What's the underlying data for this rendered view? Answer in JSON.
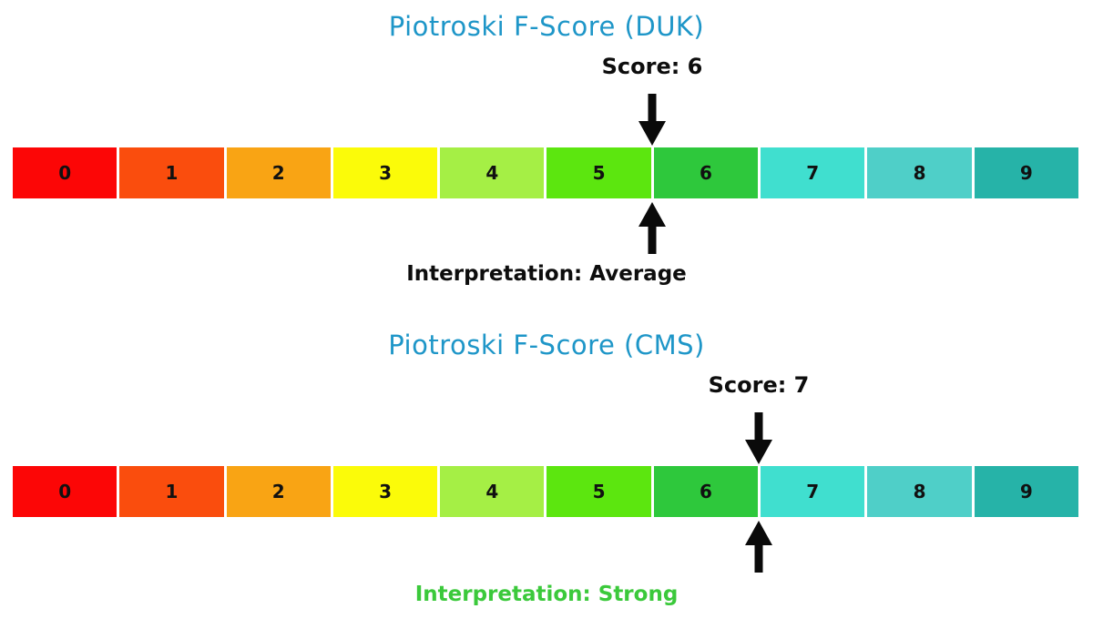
{
  "page": {
    "background": "#ffffff"
  },
  "colors": {
    "title_blue": "#1E96C8",
    "text_black": "#0D0D0D",
    "strong_green": "#3BC93B",
    "arrow_black": "#0A0A0A"
  },
  "scale": {
    "min": 0,
    "max": 9,
    "segments": [
      {
        "label": "0",
        "color": "#FC0606"
      },
      {
        "label": "1",
        "color": "#FA4D0D"
      },
      {
        "label": "2",
        "color": "#F9A414"
      },
      {
        "label": "3",
        "color": "#FBFB09"
      },
      {
        "label": "4",
        "color": "#A5EF45"
      },
      {
        "label": "5",
        "color": "#5CE60F"
      },
      {
        "label": "6",
        "color": "#2EC83C"
      },
      {
        "label": "7",
        "color": "#40DFCF"
      },
      {
        "label": "8",
        "color": "#4FCFC8"
      },
      {
        "label": "9",
        "color": "#26B3A8"
      }
    ]
  },
  "charts": [
    {
      "ticker": "DUK",
      "title": "Piotroski F-Score (DUK)",
      "score": 6,
      "score_label": "Score: 6",
      "interpretation_label": "Interpretation: Average",
      "interpretation_color": "#0D0D0D"
    },
    {
      "ticker": "CMS",
      "title": "Piotroski F-Score (CMS)",
      "score": 7,
      "score_label": "Score: 7",
      "interpretation_label": "Interpretation: Strong",
      "interpretation_color": "#3BC93B"
    }
  ],
  "chart_data": [
    {
      "type": "bar",
      "subtype": "discrete-score-scale",
      "title": "Piotroski F-Score (DUK)",
      "categories": [
        "0",
        "1",
        "2",
        "3",
        "4",
        "5",
        "6",
        "7",
        "8",
        "9"
      ],
      "segment_colors": [
        "#FC0606",
        "#FA4D0D",
        "#F9A414",
        "#FBFB09",
        "#A5EF45",
        "#5CE60F",
        "#2EC83C",
        "#40DFCF",
        "#4FCFC8",
        "#26B3A8"
      ],
      "score": 6,
      "score_label": "Score: 6",
      "interpretation": "Interpretation: Average",
      "indicator": "black arrows above and below scale at value 6",
      "xlim": [
        0,
        10
      ],
      "legend": false,
      "grid": false
    },
    {
      "type": "bar",
      "subtype": "discrete-score-scale",
      "title": "Piotroski F-Score (CMS)",
      "categories": [
        "0",
        "1",
        "2",
        "3",
        "4",
        "5",
        "6",
        "7",
        "8",
        "9"
      ],
      "segment_colors": [
        "#FC0606",
        "#FA4D0D",
        "#F9A414",
        "#FBFB09",
        "#A5EF45",
        "#5CE60F",
        "#2EC83C",
        "#40DFCF",
        "#4FCFC8",
        "#26B3A8"
      ],
      "score": 7,
      "score_label": "Score: 7",
      "interpretation": "Interpretation: Strong",
      "indicator": "black arrows above and below scale at value 7",
      "xlim": [
        0,
        10
      ],
      "legend": false,
      "grid": false
    }
  ]
}
